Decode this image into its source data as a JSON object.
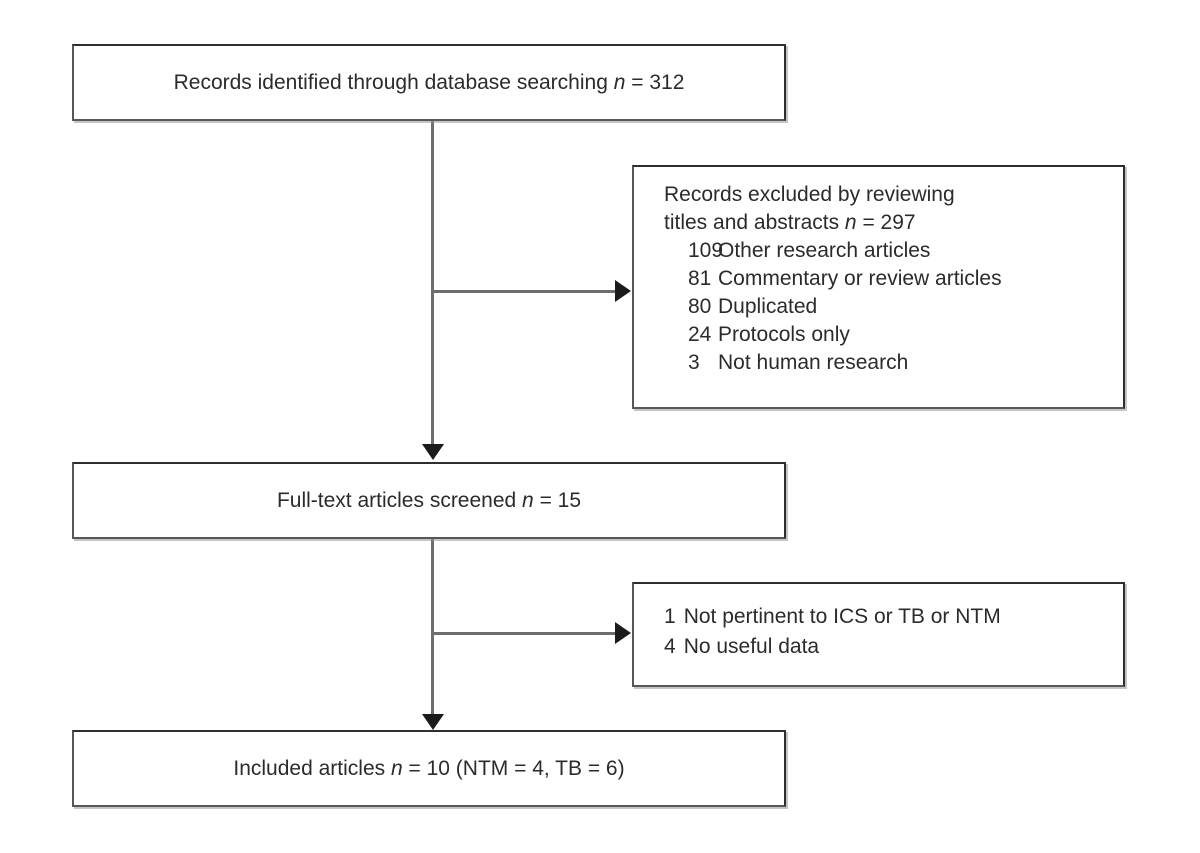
{
  "diagram": {
    "type": "prisma-flow-diagram",
    "title": "",
    "colors": {
      "box_border": "#575757",
      "box_border_dark": "#2e2e2e",
      "connector": "#6d6d6d",
      "arrowhead": "#1b1b1b",
      "text": "#2b2b2b",
      "background": "#ffffff"
    }
  },
  "nodes": {
    "identified": {
      "label_prefix": "Records identified through database searching ",
      "n_symbol": "n",
      "n_value": " = 312",
      "count": 312
    },
    "excluded_titles": {
      "heading_line1": "Records excluded by reviewing",
      "heading_line2_prefix": "titles and abstracts ",
      "n_symbol": "n",
      "n_value": " = 297",
      "count": 297,
      "reasons": [
        {
          "count": "109",
          "label": "Other research articles"
        },
        {
          "count": "81",
          "label": "Commentary or review articles"
        },
        {
          "count": "80",
          "label": "Duplicated"
        },
        {
          "count": "24",
          "label": "Protocols only"
        },
        {
          "count": "3",
          "label": "Not human research"
        }
      ]
    },
    "screened": {
      "label_prefix": "Full-text articles screened ",
      "n_symbol": "n",
      "n_value": " = 15",
      "count": 15
    },
    "excluded_fulltext": {
      "reasons": [
        {
          "count": "1",
          "label": "Not pertinent to ICS or TB or NTM"
        },
        {
          "count": "4",
          "label": "No useful data"
        }
      ]
    },
    "included": {
      "label_prefix": "Included articles ",
      "n_symbol": "n",
      "n_value": " = 10 (NTM = 4, TB = 6)",
      "count": 10,
      "ntm": 4,
      "tb": 6
    }
  }
}
